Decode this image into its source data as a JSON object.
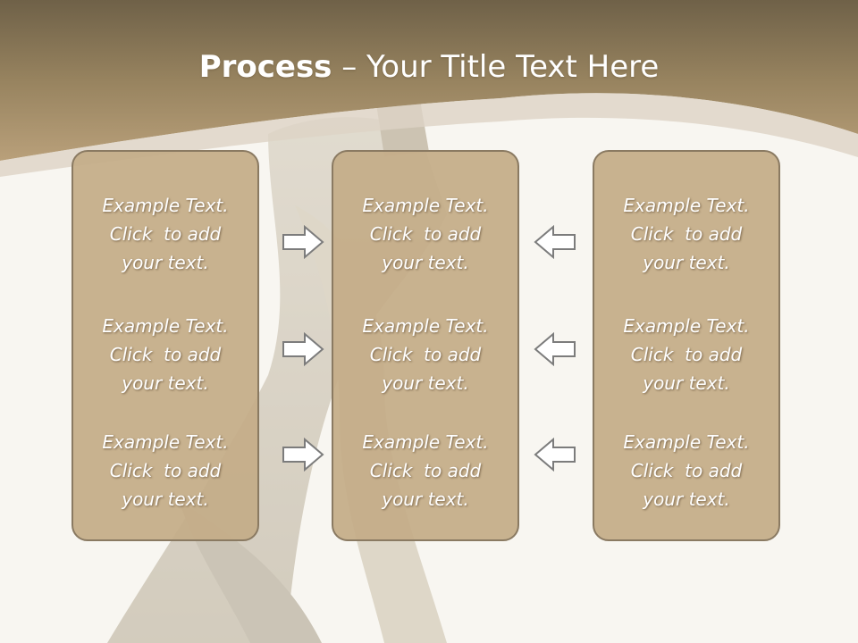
{
  "slide": {
    "title_bold": "Process",
    "title_rest": " – Your Title Text Here",
    "colors": {
      "header": "#8a7a5c",
      "panel_fill": "#c4ac88",
      "panel_border": "#8a7a62",
      "background": "#f8f6f1"
    },
    "panels": [
      {
        "items": [
          {
            "line1": "Example Text.",
            "line2": "Click  to add",
            "line3": "your text."
          },
          {
            "line1": "Example Text.",
            "line2": "Click  to add",
            "line3": "your text."
          },
          {
            "line1": "Example Text.",
            "line2": "Click  to add",
            "line3": "your text."
          }
        ]
      },
      {
        "items": [
          {
            "line1": "Example Text.",
            "line2": "Click  to add",
            "line3": "your text."
          },
          {
            "line1": "Example Text.",
            "line2": "Click  to add",
            "line3": "your text."
          },
          {
            "line1": "Example Text.",
            "line2": "Click  to add",
            "line3": "your text."
          }
        ]
      },
      {
        "items": [
          {
            "line1": "Example Text.",
            "line2": "Click  to add",
            "line3": "your text."
          },
          {
            "line1": "Example Text.",
            "line2": "Click  to add",
            "line3": "your text."
          },
          {
            "line1": "Example Text.",
            "line2": "Click  to add",
            "line3": "your text."
          }
        ]
      }
    ],
    "arrows": {
      "left_group": "right-arrow-icon",
      "right_group": "left-arrow-icon"
    }
  }
}
